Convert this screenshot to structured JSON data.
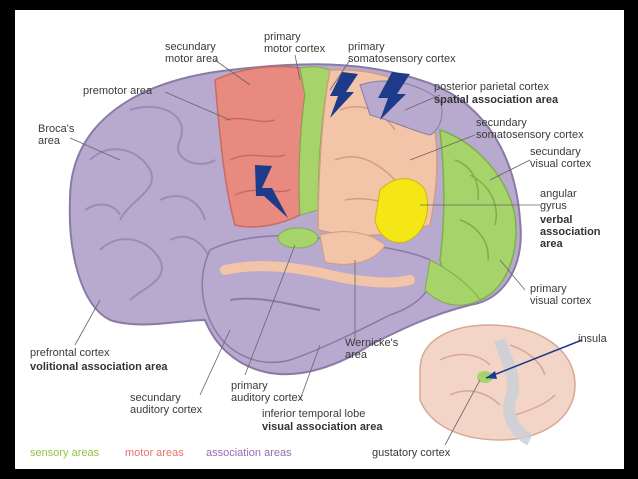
{
  "labels": {
    "secondary_motor": [
      "secundary",
      "motor area"
    ],
    "primary_motor": [
      "primary",
      "motor cortex"
    ],
    "primary_somato": [
      "primary",
      "somatosensory cortex"
    ],
    "premotor": "premotor area",
    "brocas": [
      "Broca's",
      "area"
    ],
    "posterior_parietal": "posterior parietal cortex",
    "spatial_assoc": "spatial association area",
    "secondary_somato": [
      "secundary",
      "somatosensory cortex"
    ],
    "secondary_visual": [
      "secundary",
      "visual cortex"
    ],
    "angular": [
      "angular",
      "gyrus"
    ],
    "verbal_assoc": [
      "verbal",
      "association",
      "area"
    ],
    "primary_visual": [
      "primary",
      "visual cortex"
    ],
    "insula": "insula",
    "wernickes": [
      "Wernicke's",
      "area"
    ],
    "prefrontal": "prefrontal cortex",
    "volitional": "volitional association area",
    "primary_auditory": [
      "primary",
      "auditory cortex"
    ],
    "secondary_auditory": [
      "secundary",
      "auditory cortex"
    ],
    "inferior_temporal": "inferior temporal lobe",
    "visual_assoc": "visual association area",
    "gustatory": "gustatory cortex"
  },
  "legend": [
    {
      "text": "sensory areas",
      "color": "#8dc63f"
    },
    {
      "text": "motor areas",
      "color": "#e8746c"
    },
    {
      "text": "association areas",
      "color": "#9b6bb0"
    }
  ],
  "colors": {
    "association": "#b8a9cf",
    "sensory": "#a6d46b",
    "motor": "#e88a80",
    "secondary_sensory": "#f3c5a8",
    "verbal": "#f5e616",
    "bolt": "#1e3a8a"
  }
}
